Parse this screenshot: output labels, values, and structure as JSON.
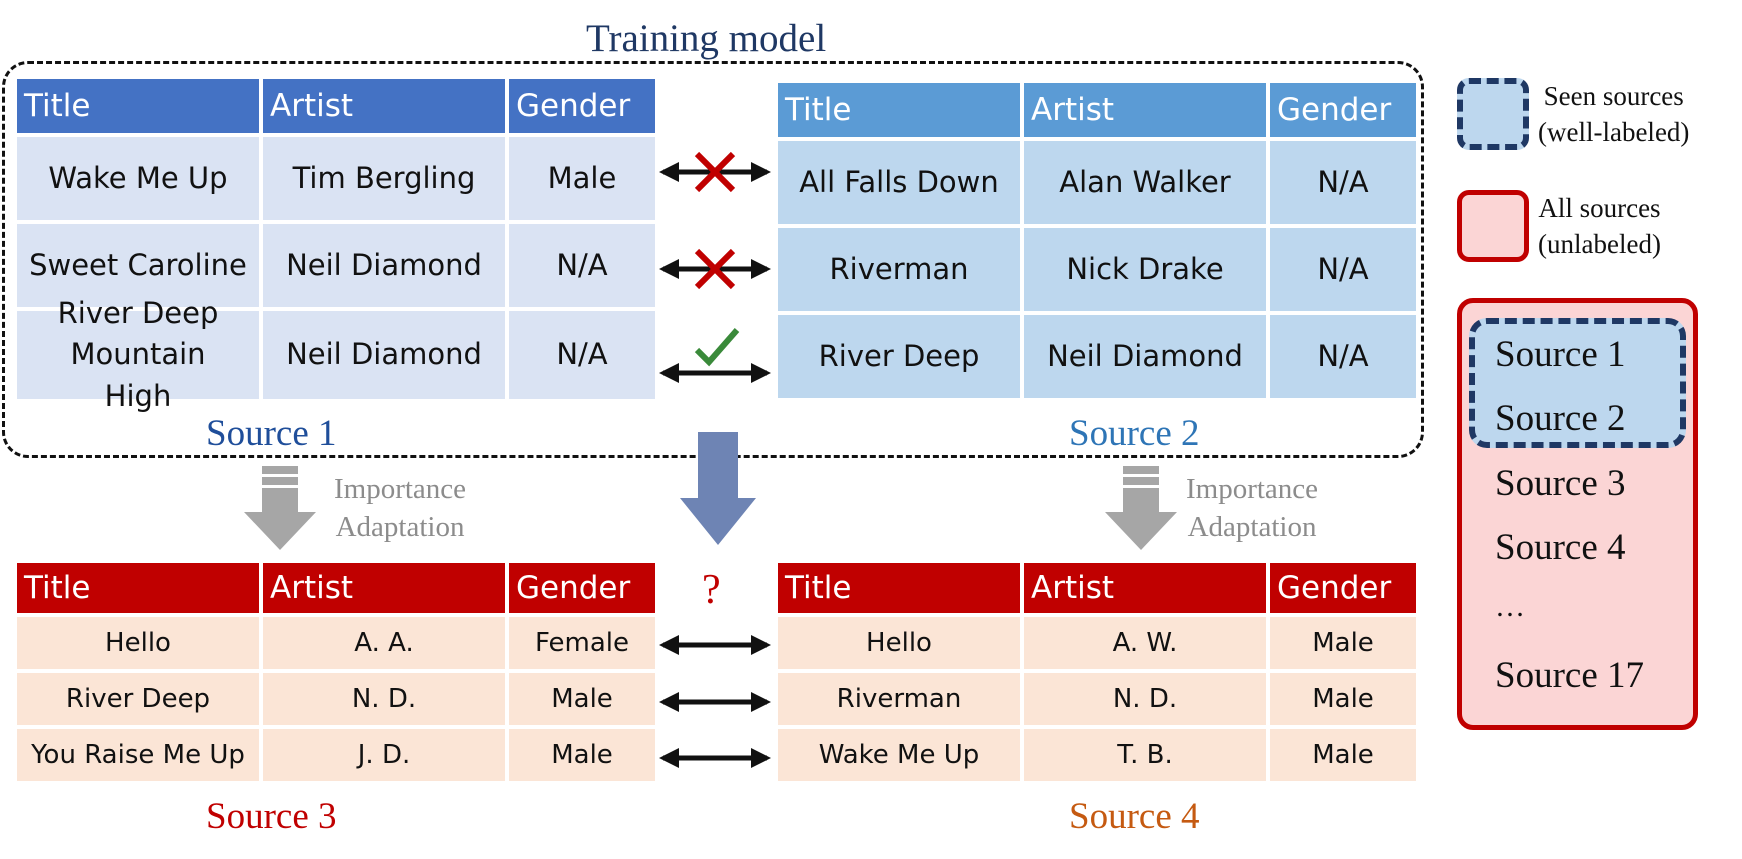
{
  "title": "Training model",
  "legend": {
    "seen_line1": "Seen sources",
    "seen_line2": "(well-labeled)",
    "all_line1": "All sources",
    "all_line2": "(unlabeled)"
  },
  "adaptation": {
    "line1": "Importance",
    "line2": "Adaptation"
  },
  "question_mark": "?",
  "source_list": [
    "Source 1",
    "Source 2",
    "Source 3",
    "Source 4",
    "…",
    "Source 17"
  ],
  "colors": {
    "source1_header": "#4472c4",
    "source2_header": "#5b9bd5",
    "unlabeled_header": "#c00000",
    "match": "#3a8a3a",
    "mismatch": "#c00000"
  },
  "source1": {
    "label": "Source 1",
    "headers": [
      "Title",
      "Artist",
      "Gender"
    ],
    "rows": [
      [
        "Wake Me Up",
        "Tim Bergling",
        "Male"
      ],
      [
        "Sweet Caroline",
        "Neil Diamond",
        "N/A"
      ],
      [
        "River Deep Mountain High",
        "Neil Diamond",
        "N/A"
      ]
    ]
  },
  "source2": {
    "label": "Source 2",
    "headers": [
      "Title",
      "Artist",
      "Gender"
    ],
    "rows": [
      [
        "All Falls Down",
        "Alan Walker",
        "N/A"
      ],
      [
        "Riverman",
        "Nick Drake",
        "N/A"
      ],
      [
        "River Deep",
        "Neil Diamond",
        "N/A"
      ]
    ]
  },
  "source3": {
    "label": "Source 3",
    "headers": [
      "Title",
      "Artist",
      "Gender"
    ],
    "rows": [
      [
        "Hello",
        "A. A.",
        "Female"
      ],
      [
        "River Deep",
        "N. D.",
        "Male"
      ],
      [
        "You Raise Me Up",
        "J. D.",
        "Male"
      ]
    ]
  },
  "source4": {
    "label": "Source 4",
    "headers": [
      "Title",
      "Artist",
      "Gender"
    ],
    "rows": [
      [
        "Hello",
        "A. W.",
        "Male"
      ],
      [
        "Riverman",
        "N. D.",
        "Male"
      ],
      [
        "Wake Me Up",
        "T. B.",
        "Male"
      ]
    ]
  },
  "match_marks": [
    "mismatch",
    "mismatch",
    "match"
  ]
}
